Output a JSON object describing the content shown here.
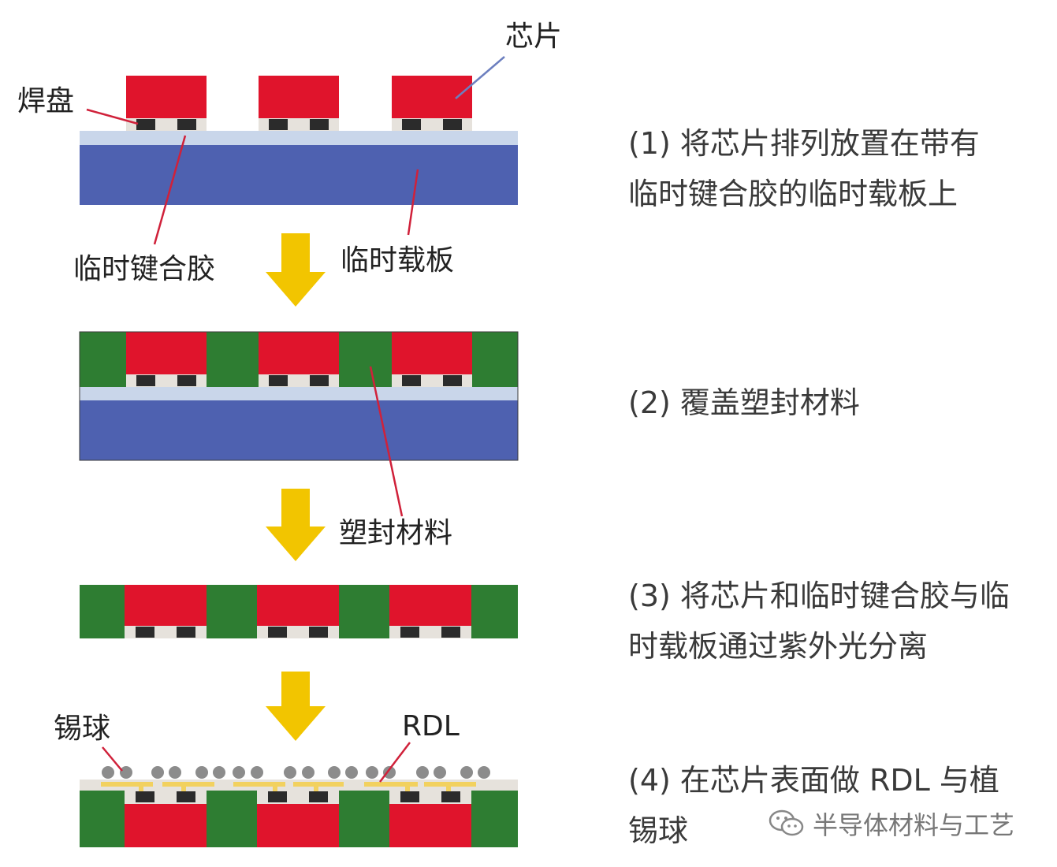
{
  "colors": {
    "chip": "#e0142c",
    "pad": "#2b2b2b",
    "padding_gap": "#e6e2dc",
    "adhesive": "#c9d6ea",
    "carrier": "#4e61b0",
    "mold": "#2e7d32",
    "rdl": "#f2d15f",
    "solder_ball": "#8c8c8c",
    "arrow": "#f2c500",
    "leader_red": "#d0213a",
    "leader_blue": "#6c7fbf"
  },
  "labels": {
    "pad": "焊盘",
    "chip": "芯片",
    "adhesive": "临时键合胶",
    "carrier": "临时载板",
    "mold": "塑封材料",
    "solder_ball": "锡球",
    "rdl": "RDL"
  },
  "steps": [
    {
      "line1": "(1)  将芯片排列放置在带有",
      "line2": "临时键合胶的临时载板上"
    },
    {
      "line1": "(2)  覆盖塑封材料",
      "line2": ""
    },
    {
      "line1": "(3)  将芯片和临时键合胶与临",
      "line2": "时载板通过紫外光分离"
    },
    {
      "line1": "(4)  在芯片表面做 RDL 与植",
      "line2": "锡球"
    }
  ],
  "watermark": {
    "text": "半导体材料与工艺",
    "icon": "wechat-icon"
  }
}
